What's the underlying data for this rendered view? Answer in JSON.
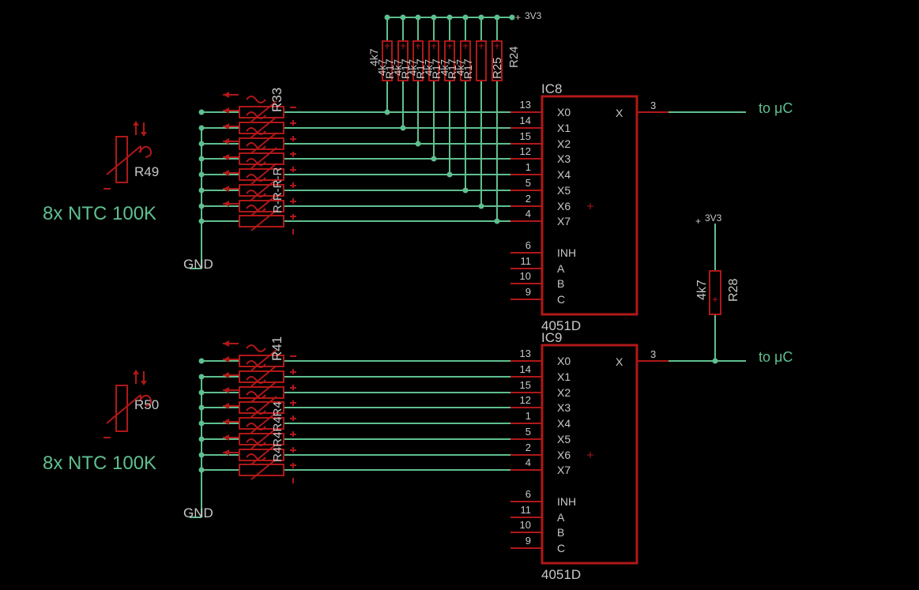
{
  "colors": {
    "background": "#000000",
    "wire": "#5fbf8f",
    "part": "#b01818",
    "part_text": "#c8c8c8",
    "net_label": "#5fbf8f"
  },
  "power_top": "3V3",
  "power_right": "3V3",
  "pullup_value": "4k7",
  "pullup_ref_last": "R24",
  "pullup_ref_last2": "R25",
  "pullup_ref_garbled": "R17",
  "r28": {
    "ref": "R28",
    "value": "4k7"
  },
  "gnd_label": "GND",
  "groups": [
    {
      "thermistor_ref": "R49",
      "thermistor_note": "8x NTC 100K",
      "refs_label": "R33",
      "bottom_label": "R-R-R-R",
      "ic": {
        "ref": "IC8",
        "part": "4051D",
        "output_pin": "3",
        "output_name": "X",
        "inputs": [
          {
            "pin": "13",
            "name": "X0"
          },
          {
            "pin": "14",
            "name": "X1"
          },
          {
            "pin": "15",
            "name": "X2"
          },
          {
            "pin": "12",
            "name": "X3"
          },
          {
            "pin": "1",
            "name": "X4"
          },
          {
            "pin": "5",
            "name": "X5"
          },
          {
            "pin": "2",
            "name": "X6"
          },
          {
            "pin": "4",
            "name": "X7"
          }
        ],
        "controls": [
          {
            "pin": "6",
            "name": "INH"
          },
          {
            "pin": "11",
            "name": "A"
          },
          {
            "pin": "10",
            "name": "B"
          },
          {
            "pin": "9",
            "name": "C"
          }
        ]
      },
      "net_out": "to μC"
    },
    {
      "thermistor_ref": "R50",
      "thermistor_note": "8x NTC 100K",
      "refs_label": "R41",
      "bottom_label": "R4R4R4R4",
      "ic": {
        "ref": "IC9",
        "part": "4051D",
        "output_pin": "3",
        "output_name": "X",
        "inputs": [
          {
            "pin": "13",
            "name": "X0"
          },
          {
            "pin": "14",
            "name": "X1"
          },
          {
            "pin": "15",
            "name": "X2"
          },
          {
            "pin": "12",
            "name": "X3"
          },
          {
            "pin": "1",
            "name": "X4"
          },
          {
            "pin": "5",
            "name": "X5"
          },
          {
            "pin": "2",
            "name": "X6"
          },
          {
            "pin": "4",
            "name": "X7"
          }
        ],
        "controls": [
          {
            "pin": "6",
            "name": "INH"
          },
          {
            "pin": "11",
            "name": "A"
          },
          {
            "pin": "10",
            "name": "B"
          },
          {
            "pin": "9",
            "name": "C"
          }
        ]
      },
      "net_out": "to μC"
    }
  ]
}
